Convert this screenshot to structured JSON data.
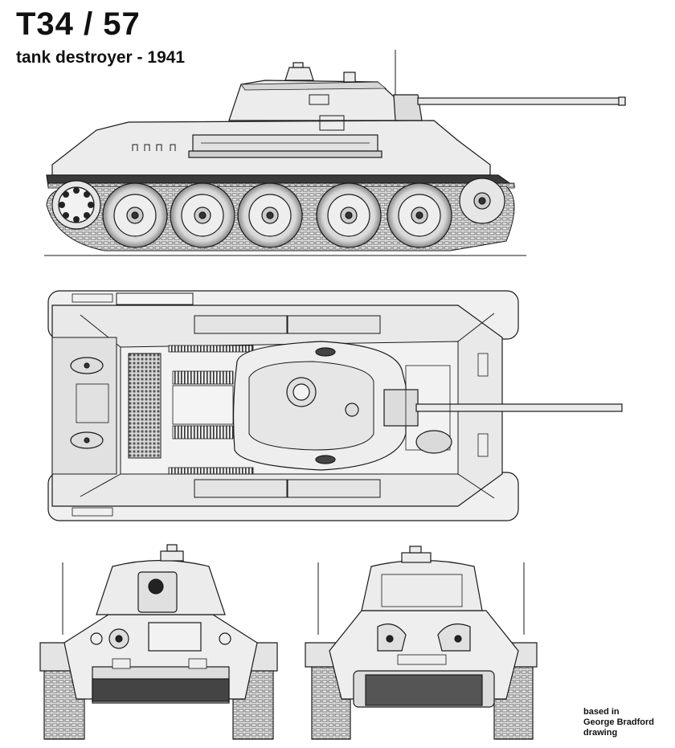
{
  "header": {
    "title": "T34 / 57",
    "subtitle": "tank destroyer - 1941"
  },
  "credit": {
    "line1": "based in",
    "line2": "George Bradford",
    "line3": "drawing"
  },
  "colors": {
    "ink": "#1a1a1a",
    "hull_fill": "#ececec",
    "shade": "#b9b9b9",
    "dark": "#3a3a3a"
  }
}
